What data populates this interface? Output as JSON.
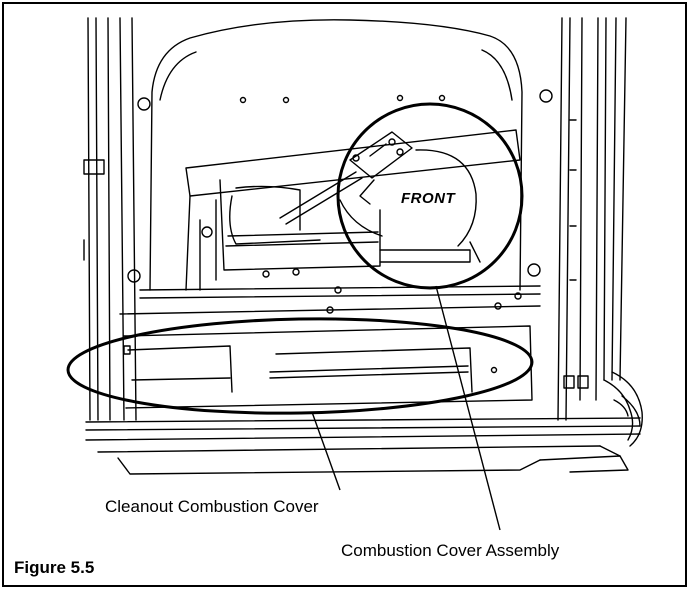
{
  "figure": {
    "title": "Figure 5.5",
    "front_mark": "FRONT"
  },
  "callouts": {
    "cleanout": "Cleanout Combustion Cover",
    "assembly": "Combustion Cover Assembly"
  },
  "colors": {
    "line": "#000000",
    "background": "#ffffff",
    "watermark": "#e6e6e6"
  }
}
